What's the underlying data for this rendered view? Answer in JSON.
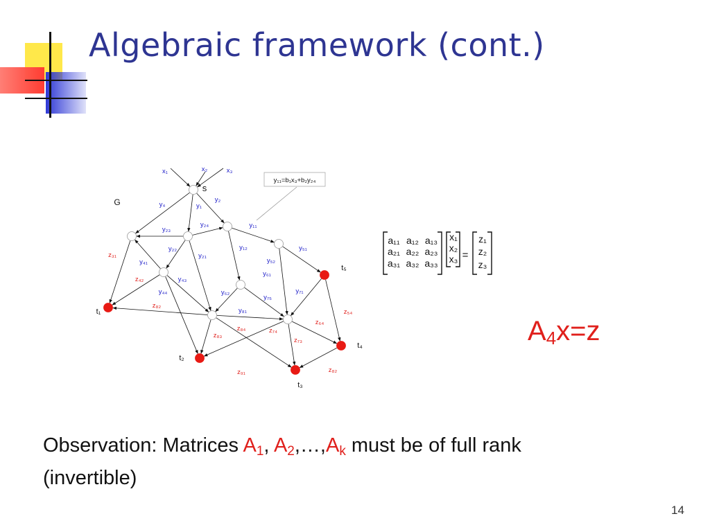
{
  "slide": {
    "title": "Algebraic framework (cont.)",
    "page_number": "14"
  },
  "colors": {
    "title": "#2e3592",
    "label_blue": "#1c1cc8",
    "label_red": "#e0201c",
    "sink_red": "#e81a14",
    "accent_yellow": "#ffe84a",
    "accent_red": "#ff3c32",
    "accent_blue": "#2f39d6"
  },
  "diagram": {
    "graph_label": "G",
    "source_label": "s",
    "callout": "y₁₁=b₁x₃+b₂y₂₄",
    "sink_labels": [
      "t₁",
      "t₂",
      "t₃",
      "t₄",
      "t₅"
    ],
    "inputs": [
      "x₁",
      "x₂",
      "x₃"
    ],
    "edge_labels_blue": [
      "y₄",
      "y₁",
      "y₂",
      "y₂₃",
      "y₂₄",
      "y₁₁",
      "y₂₂",
      "y₁₂",
      "y₅₁",
      "y₂₁",
      "y₄₁",
      "y₅₂",
      "y₄₃",
      "y₆₁",
      "y₄₄",
      "y₆₂",
      "y₇₅",
      "y₇₁",
      "y₈₁"
    ],
    "edge_labels_red": [
      "z₃₁",
      "z₄₂",
      "z₈₂",
      "z₈₄",
      "z₇₄",
      "z₆₄",
      "z₅₄",
      "z₈₃",
      "z₇₃",
      "z₉₁",
      "z₈₂"
    ]
  },
  "matrix": {
    "a_rows": [
      [
        "a₁₁",
        "a₁₂",
        "a₁₃"
      ],
      [
        "a₂₁",
        "a₂₂",
        "a₂₃"
      ],
      [
        "a₃₁",
        "a₃₂",
        "a₃₃"
      ]
    ],
    "x": [
      "x₁",
      "x₂",
      "x₃"
    ],
    "equals": "=",
    "z": [
      "z₁",
      "z₂",
      "z₃"
    ]
  },
  "equation": {
    "base": "A",
    "sub": "4",
    "rest": "x=z"
  },
  "observation": {
    "prefix": "Observation: Matrices ",
    "m1": "A",
    "m1_sub": "1",
    "sep1": ", ",
    "m2": "A",
    "m2_sub": "2",
    "ellipsis": ",…,",
    "mk": "A",
    "mk_sub": "k",
    "suffix": " must be of full rank",
    "line2": "(invertible)"
  }
}
